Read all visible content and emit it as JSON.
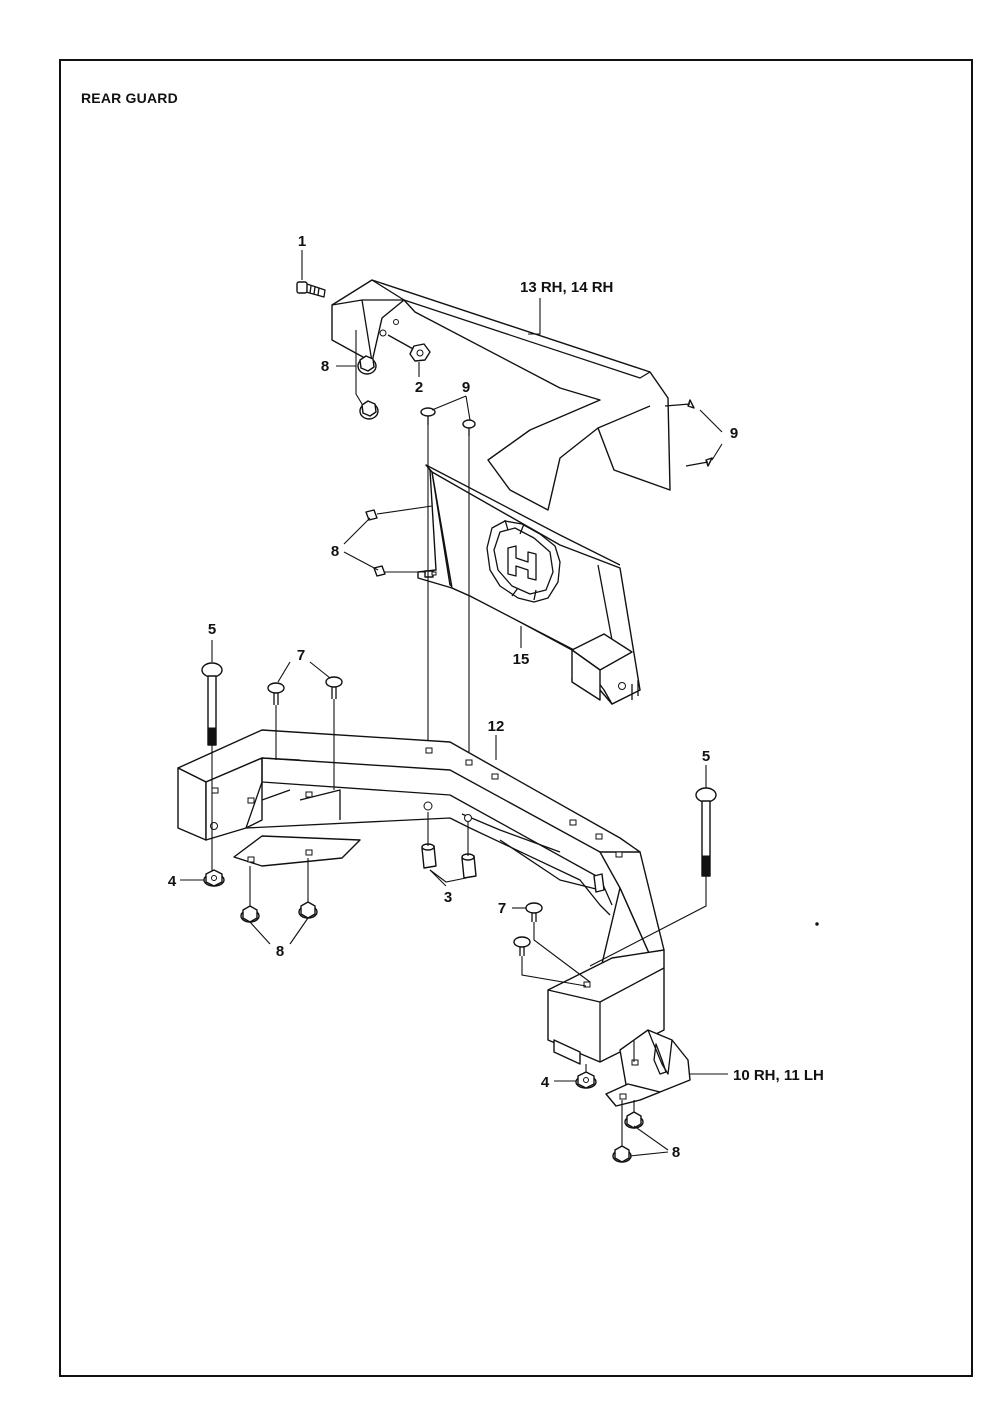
{
  "title": "REAR GUARD",
  "callouts": {
    "c1": "1",
    "c2": "2",
    "c3": "3",
    "c4a": "4",
    "c4b": "4",
    "c5a": "5",
    "c5b": "5",
    "c7a": "7",
    "c7b": "7",
    "c8a": "8",
    "c8b": "8",
    "c8c": "8",
    "c8d": "8",
    "c9a": "9",
    "c9b": "9",
    "c10": "10 RH, 11 LH",
    "c12": "12",
    "c13": "13 RH, 14 RH",
    "c15": "15"
  }
}
